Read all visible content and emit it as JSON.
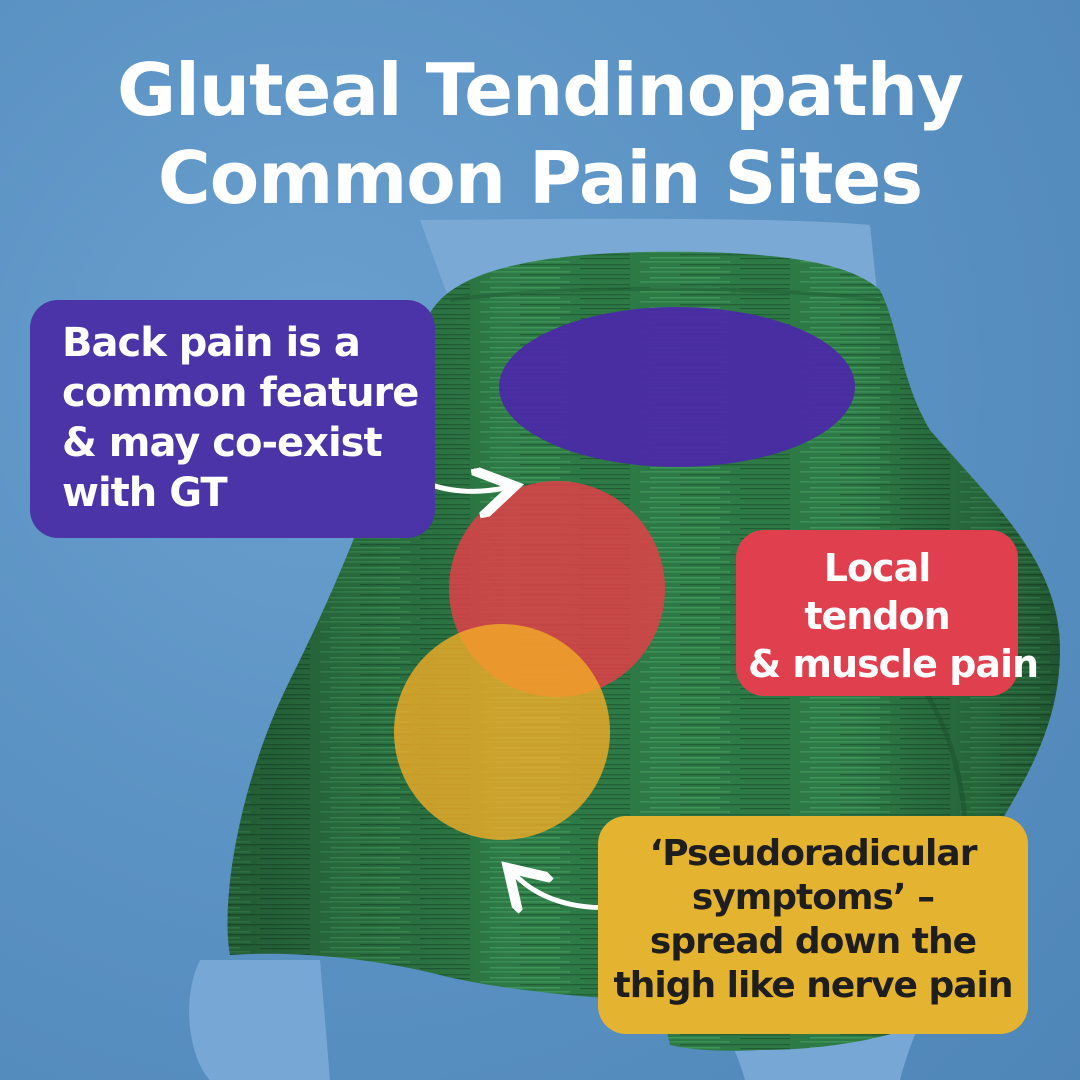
{
  "title": {
    "line1": "Gluteal Tendinopathy",
    "line2": "Common Pain Sites"
  },
  "callouts": {
    "back": {
      "lines": [
        "Back pain is a",
        "common feature",
        "& may co-exist",
        "with GT"
      ],
      "color": "#4a34a8"
    },
    "local": {
      "lines": [
        "Local",
        "tendon",
        "& muscle pain"
      ],
      "color": "#e0404e"
    },
    "pseudo": {
      "lines": [
        "‘Pseudoradicular",
        "symptoms’ –",
        "spread down the",
        "thigh like nerve pain"
      ],
      "color": "#e4b32f"
    }
  },
  "colors": {
    "background": "#5b93c4",
    "shorts": "#2e7a46",
    "skin": "#7aa9d6",
    "back_zone": "#4b2aa8",
    "local_zone": "#e04048",
    "thigh_zone": "#f2ad27"
  }
}
